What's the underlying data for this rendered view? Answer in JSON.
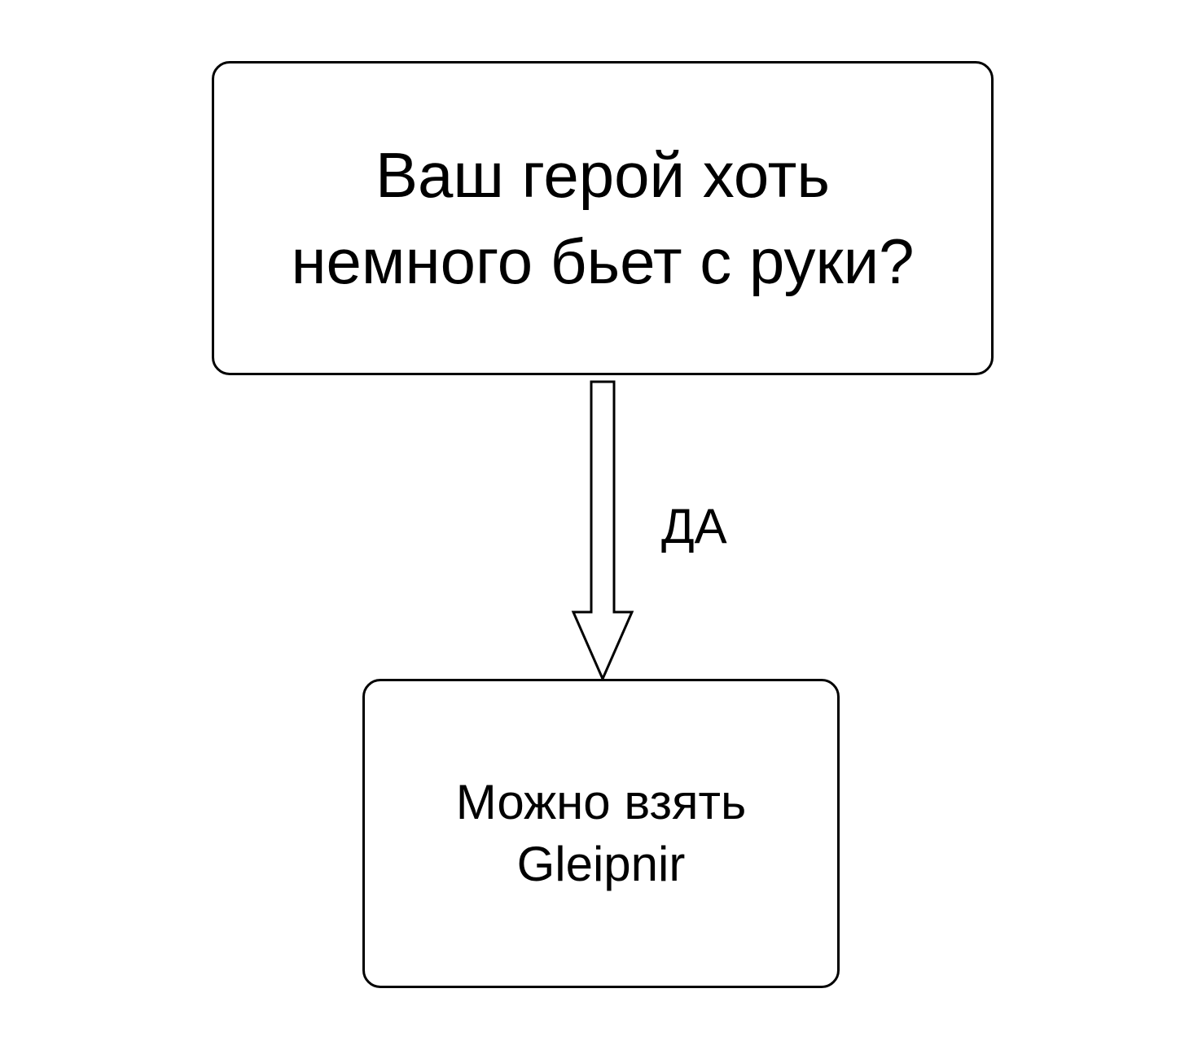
{
  "question": {
    "line1": "Ваш герой хоть",
    "line2": "немного бьет с руки?"
  },
  "edge_label": "ДА",
  "answer": {
    "line1": "Можно взять",
    "line2": "Gleipnir"
  }
}
